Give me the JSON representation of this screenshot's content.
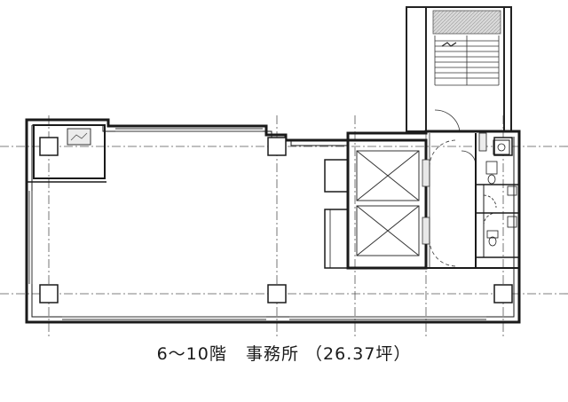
{
  "caption": {
    "floors": "6～10階",
    "use": "事務所",
    "area": "（26.37坪）"
  }
}
